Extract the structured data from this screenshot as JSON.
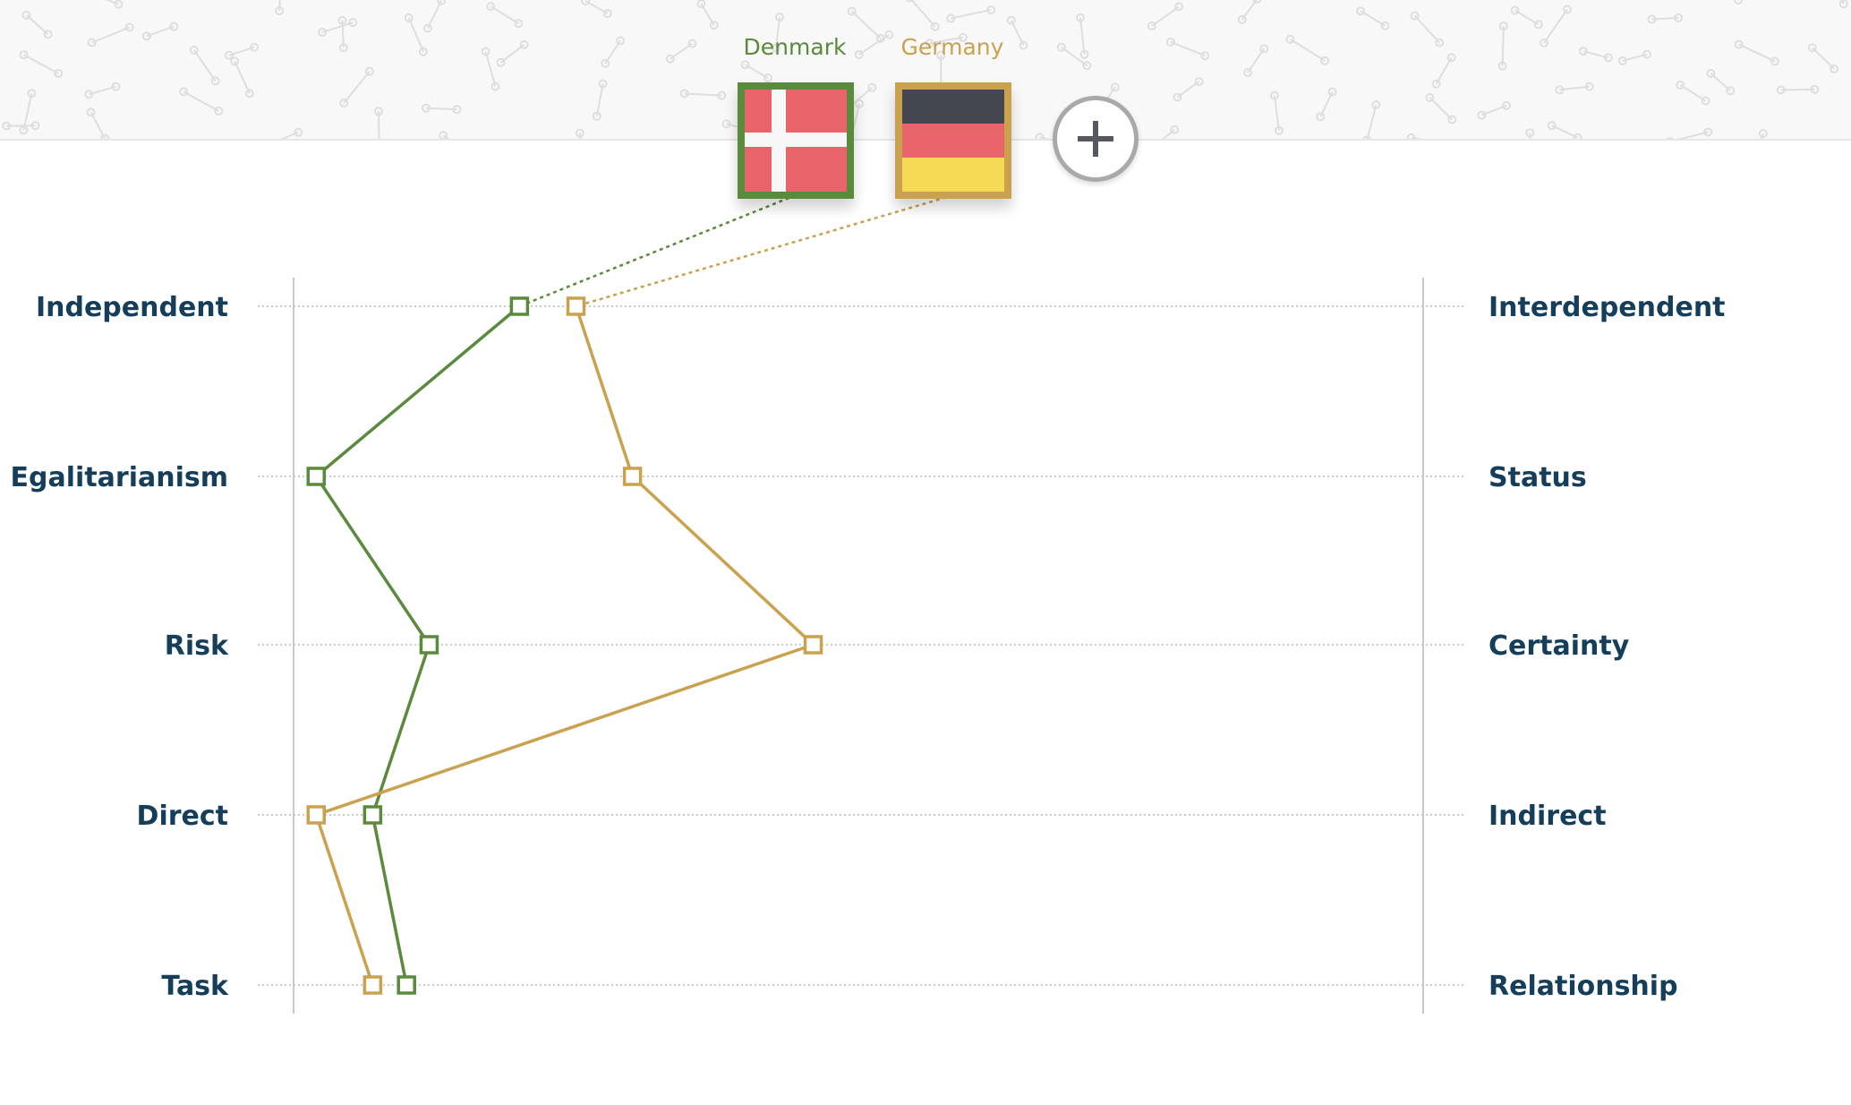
{
  "header": {
    "countries": [
      {
        "name": "Denmark",
        "color": "#5a8a3c",
        "flag": "denmark-flag-icon"
      },
      {
        "name": "Germany",
        "color": "#c9a14f",
        "flag": "germany-flag-icon"
      }
    ],
    "add_button_icon": "plus-icon"
  },
  "colors": {
    "label": "#153e5a",
    "denmark": "#5a8a3c",
    "germany": "#c9a14f",
    "axis": "#c8c8c8",
    "grid": "#b9b9b9"
  },
  "chart_data": {
    "type": "line",
    "title": "",
    "left_labels": [
      "Independent",
      "Egalitarianism",
      "Risk",
      "Direct",
      "Task"
    ],
    "right_labels": [
      "Interdependent",
      "Status",
      "Certainty",
      "Indirect",
      "Relationship"
    ],
    "xlim": [
      0,
      100
    ],
    "series": [
      {
        "name": "Denmark",
        "values": [
          20,
          2,
          12,
          7,
          10
        ]
      },
      {
        "name": "Germany",
        "values": [
          25,
          30,
          46,
          2,
          7
        ]
      }
    ],
    "grid": true,
    "legend": "top-center"
  }
}
